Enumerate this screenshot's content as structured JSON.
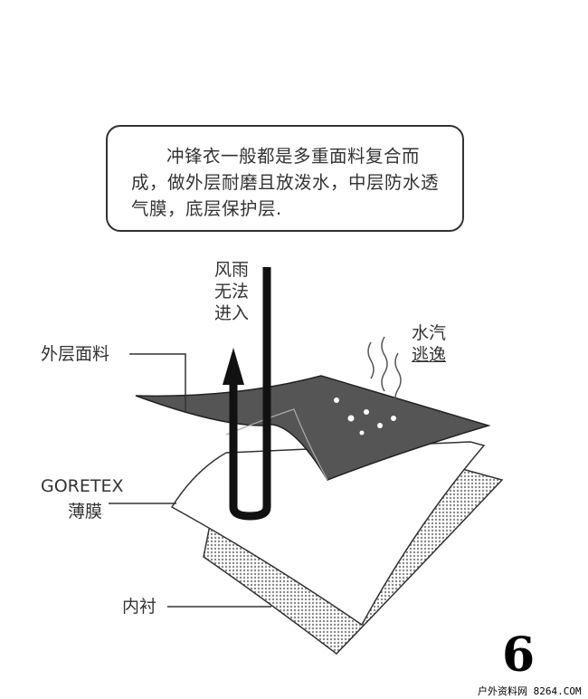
{
  "intro_text": "冲锋衣一般都是多重面料复合而成，做外层耐磨且放泼水，中层防水透气膜，底层保护层.",
  "labels": {
    "wind_rain": [
      "风雨",
      "无法",
      "进入"
    ],
    "vapor": [
      "水汽",
      "逃逸"
    ],
    "outer": "外层面料",
    "goretex": "GORETEX",
    "membrane": "薄膜",
    "lining": "内衬"
  },
  "page_number": "6",
  "watermark": "户外资料网 8264.COM",
  "colors": {
    "outer_layer": "#555555",
    "lining": "#bbbbbb"
  }
}
